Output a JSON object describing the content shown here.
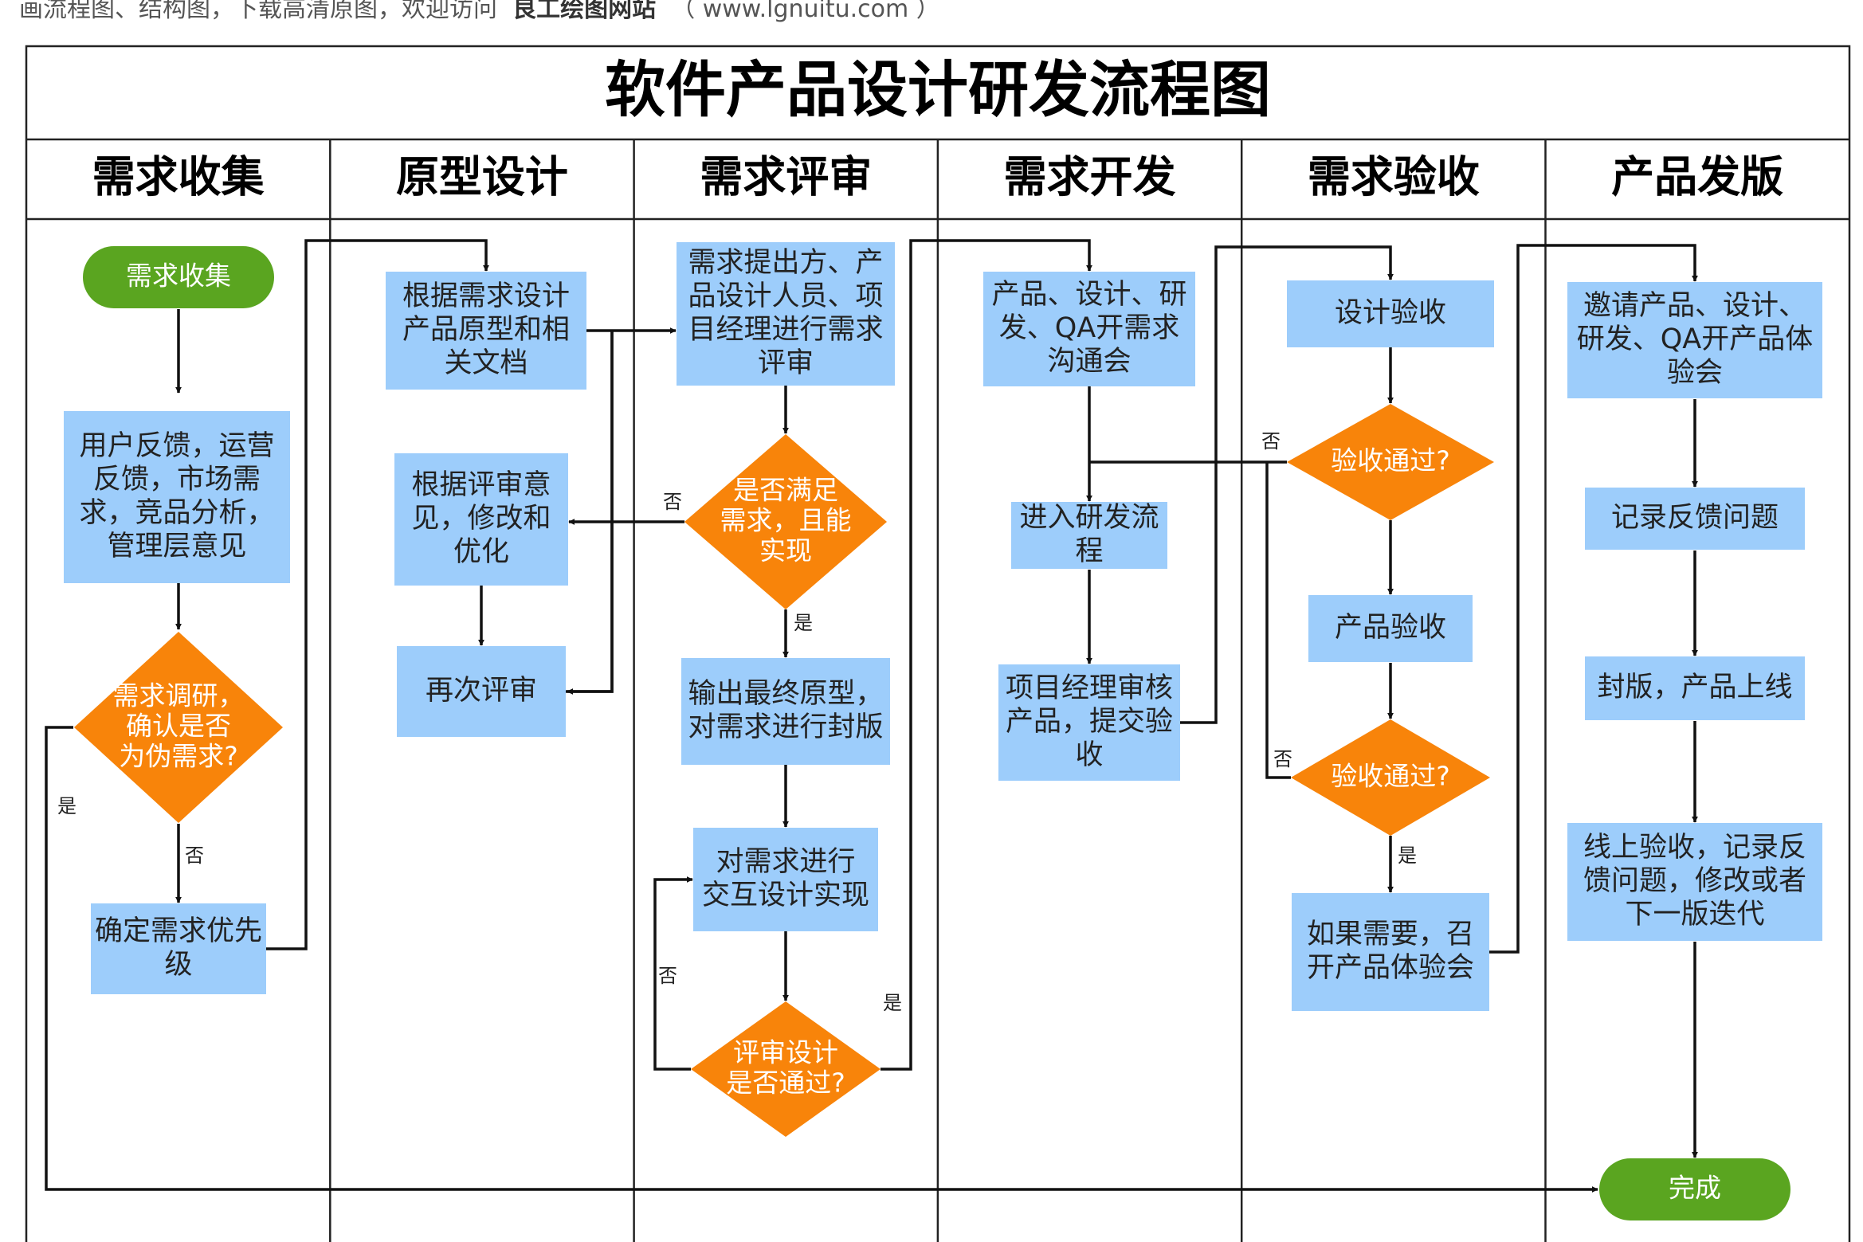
{
  "header": {
    "prefix": "画流程图、结构图，下载高清原图，欢迎访问",
    "brand": "良工绘图网站",
    "url": "（ www.lgnuitu.com ）"
  },
  "title": "软件产品设计研发流程图",
  "lanes": [
    "需求收集",
    "原型设计",
    "需求评审",
    "需求开发",
    "需求验收",
    "产品发版"
  ],
  "nodes": {
    "n_start": [
      "需求收集"
    ],
    "n_feedback": [
      "用户反馈，运营",
      "反馈，市场需",
      "求，竞品分析，",
      "管理层意见"
    ],
    "n_research": [
      "需求调研，",
      "确认是否",
      "为伪需求?"
    ],
    "n_priority": [
      "确定需求优先",
      "级"
    ],
    "n_proto": [
      "根据需求设计",
      "产品原型和相",
      "关文档"
    ],
    "n_revise": [
      "根据评审意",
      "见，修改和",
      "优化"
    ],
    "n_rereview": [
      "再次评审"
    ],
    "n_review": [
      "需求提出方、产",
      "品设计人员、项",
      "目经理进行需求",
      "评审"
    ],
    "n_meet": [
      "是否满足",
      "需求，且能",
      "实现"
    ],
    "n_final": [
      "输出最终原型，",
      "对需求进行封版"
    ],
    "n_interact": [
      "对需求进行",
      "交互设计实现"
    ],
    "n_designok": [
      "评审设计",
      "是否通过?"
    ],
    "n_devmeet": [
      "产品、设计、研",
      "发、QA开需求",
      "沟通会"
    ],
    "n_devflow": [
      "进入研发流",
      "程"
    ],
    "n_pmreview": [
      "项目经理审核",
      "产品，提交验",
      "收"
    ],
    "n_designacc": [
      "设计验收"
    ],
    "n_pass1": [
      "验收通过?"
    ],
    "n_prodacc": [
      "产品验收"
    ],
    "n_pass2": [
      "验收通过?"
    ],
    "n_experience": [
      "如果需要，召",
      "开产品体验会"
    ],
    "n_invite": [
      "邀请产品、设计、",
      "研发、QA开产品体",
      "验会"
    ],
    "n_record": [
      "记录反馈问题"
    ],
    "n_release": [
      "封版，产品上线"
    ],
    "n_online": [
      "线上验收，记录反",
      "馈问题，修改或者",
      "下一版迭代"
    ],
    "n_end": [
      "完成"
    ]
  },
  "edge_labels": {
    "l_yes_research": "是",
    "l_no_research": "否",
    "l_no_meet": "否",
    "l_yes_meet": "是",
    "l_no_design": "否",
    "l_yes_design": "是",
    "l_no_pass1": "否",
    "l_no_pass2": "否",
    "l_yes_pass2": "是"
  },
  "colors": {
    "terminal": "#5aa520",
    "process": "#9dcdfb",
    "decision": "#f8840a",
    "line": "#111111",
    "border": "#222222"
  }
}
